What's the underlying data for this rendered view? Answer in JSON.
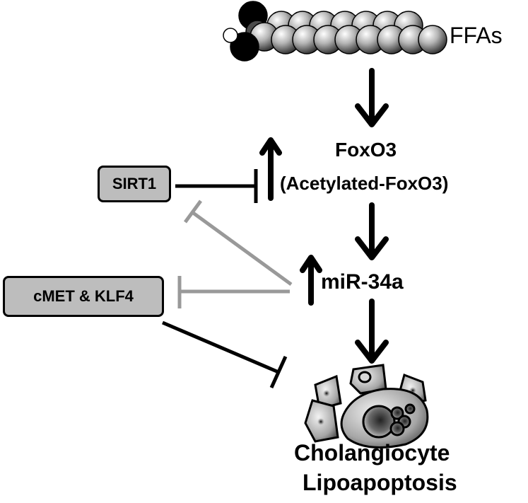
{
  "labels": {
    "ffas": "FFAs",
    "foxo3": "FoxO3",
    "acetylated": "(Acetylated-FoxO3)",
    "mir34a": "miR-34a",
    "sirt1": "SIRT1",
    "cmet_klf4": "cMET & KLF4",
    "outcome_line1": "Cholangiocyte",
    "outcome_line2": "Lipoapoptosis"
  },
  "colors": {
    "activation": "#000000",
    "inhibition_black": "#000000",
    "inhibition_gray": "#999999",
    "box_fill": "#bdbdbd"
  }
}
